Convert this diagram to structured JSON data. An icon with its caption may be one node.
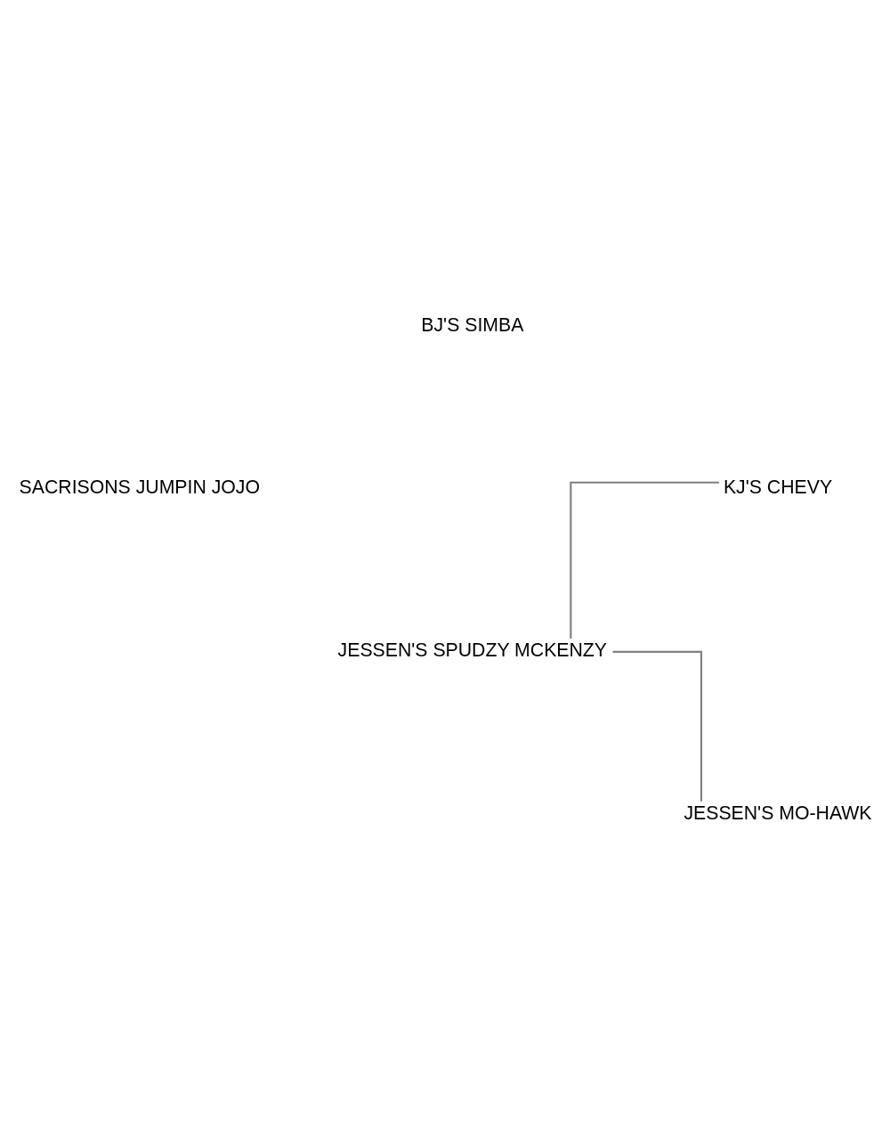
{
  "diagram": {
    "nodes": [
      {
        "text": [
          "BJ'S SIMBA"
        ]
      },
      {
        "text": [
          "SACRISONS JUMPIN JOJO"
        ]
      },
      {
        "text": [
          "KJ'S CHEVY"
        ]
      },
      {
        "text": [
          "JESSEN'S SPUDZY MCKENZY"
        ]
      },
      {
        "text": [
          "JESSEN'S MO-HAWK"
        ]
      }
    ],
    "edges": [
      {
        "from": 3,
        "to": 2,
        "arrow": "none"
      },
      {
        "from": 3,
        "to": 4,
        "arrow": "none"
      }
    ]
  }
}
